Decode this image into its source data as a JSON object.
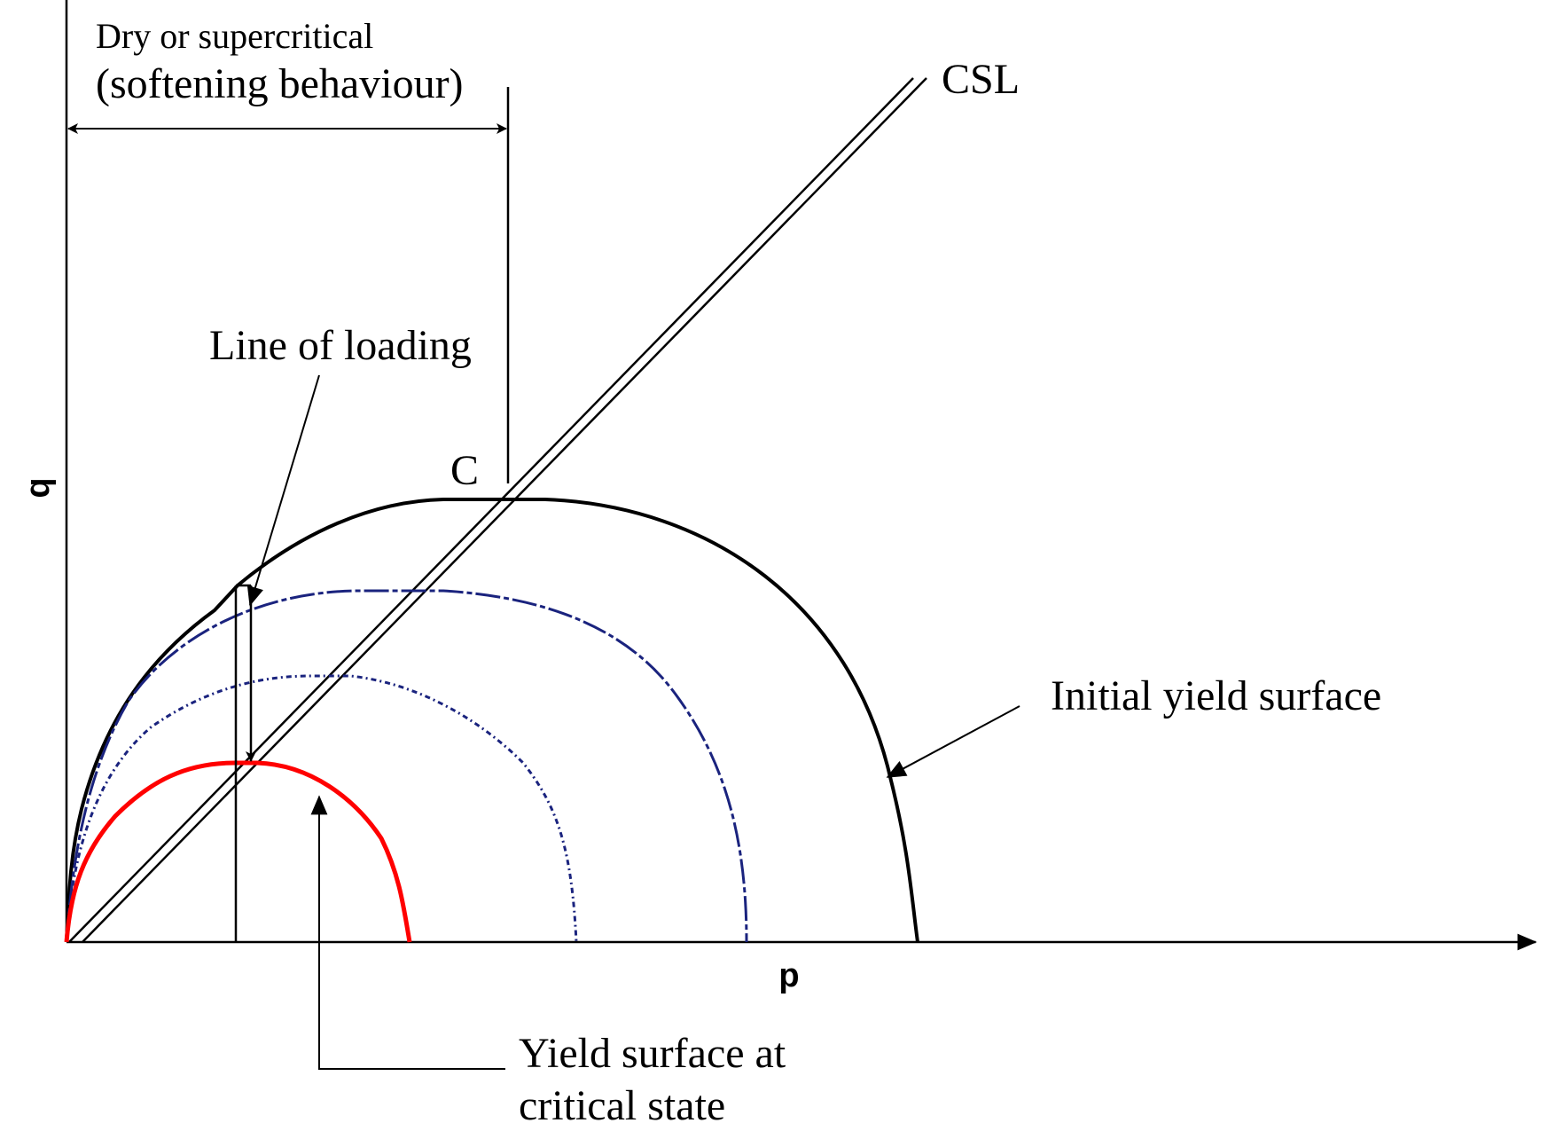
{
  "labels": {
    "region_line1": "Dry or supercritical",
    "region_line2": "(softening behaviour)",
    "csl": "CSL",
    "line_of_loading": "Line of loading",
    "point_c": "C",
    "initial_yield_surface": "Initial yield surface",
    "critical_yield_line1": "Yield surface at",
    "critical_yield_line2": "critical state",
    "axis_p": "p",
    "axis_q": "q"
  },
  "colors": {
    "ink": "#000000",
    "intermediate_surfaces": "#1a237e",
    "critical_surface": "#ff0000"
  }
}
